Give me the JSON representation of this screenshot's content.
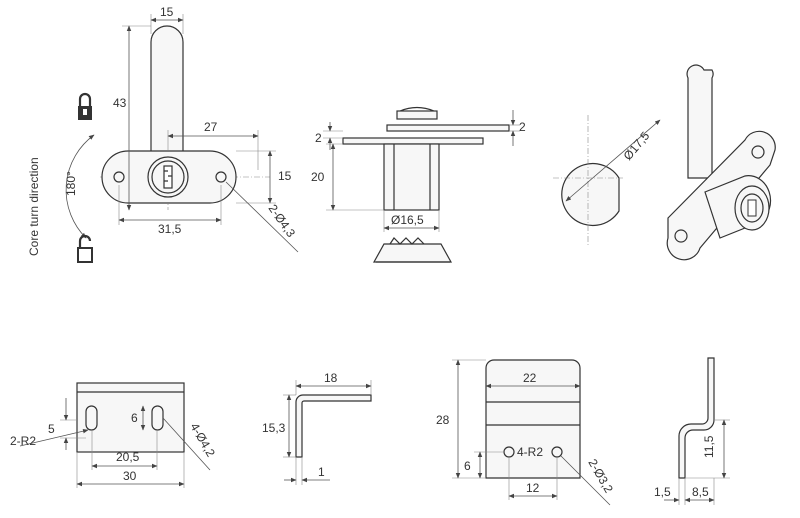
{
  "colors": {
    "line": "#333333",
    "dimension": "#555555",
    "shade": "#d9d9d9"
  },
  "lock_front_view": {
    "dim_width_top": "15",
    "dim_height": "43",
    "dim_hole_spacing": "27",
    "dim_plate_height": "15",
    "dim_plate_width": "31,5",
    "dim_holes": "2-Ø4,3",
    "rotation_angle": "180°",
    "core_turn_label": "Core turn direction"
  },
  "lock_side_view": {
    "dim_top_thickness": "2",
    "dim_flange_thickness": "2",
    "dim_body_length": "20",
    "dim_body_diameter": "Ø16,5"
  },
  "cutout": {
    "dim_diameter": "Ø17,5"
  },
  "bracket_flat": {
    "dim_slot_offset": "5",
    "dim_slot_height": "6",
    "dim_radius": "2-R2",
    "dim_slot_spacing": "20,5",
    "dim_width": "30",
    "dim_holes": "4-Ø4,2"
  },
  "bracket_angle": {
    "dim_width": "18",
    "dim_height": "15,3",
    "dim_thickness": "1"
  },
  "plate_flat": {
    "dim_width": "22",
    "dim_height": "28",
    "dim_hole_height": "6",
    "dim_radius": "4-R2",
    "dim_hole_spacing": "12",
    "dim_holes": "2-Ø3,2"
  },
  "plate_bent": {
    "dim_height": "11,5",
    "dim_offset": "1,5",
    "dim_depth": "8,5"
  }
}
